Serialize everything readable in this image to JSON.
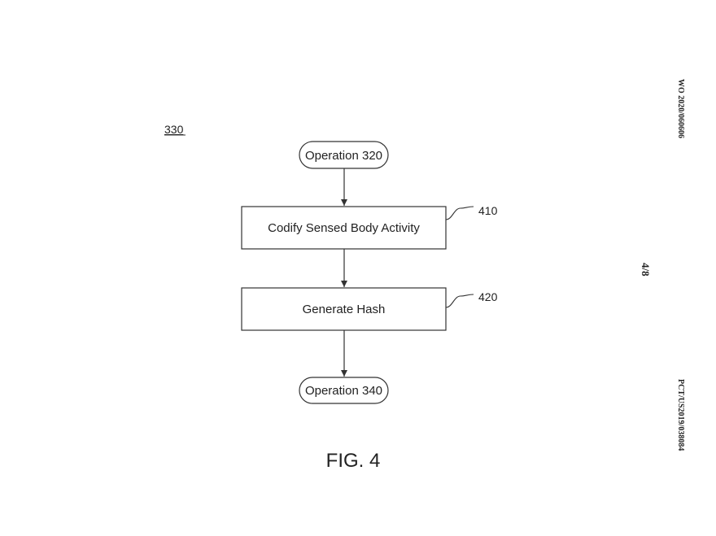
{
  "figure_ref": "330",
  "nodes": {
    "start": "Operation 320",
    "step1": "Codify Sensed Body Activity",
    "step2": "Generate Hash",
    "end": "Operation 340"
  },
  "refs": {
    "step1": "410",
    "step2": "420"
  },
  "caption": "FIG. 4",
  "header_side": {
    "publication": "WO 2020/060606",
    "sheet": "4/8",
    "application": "PCT/US2019/038084"
  }
}
